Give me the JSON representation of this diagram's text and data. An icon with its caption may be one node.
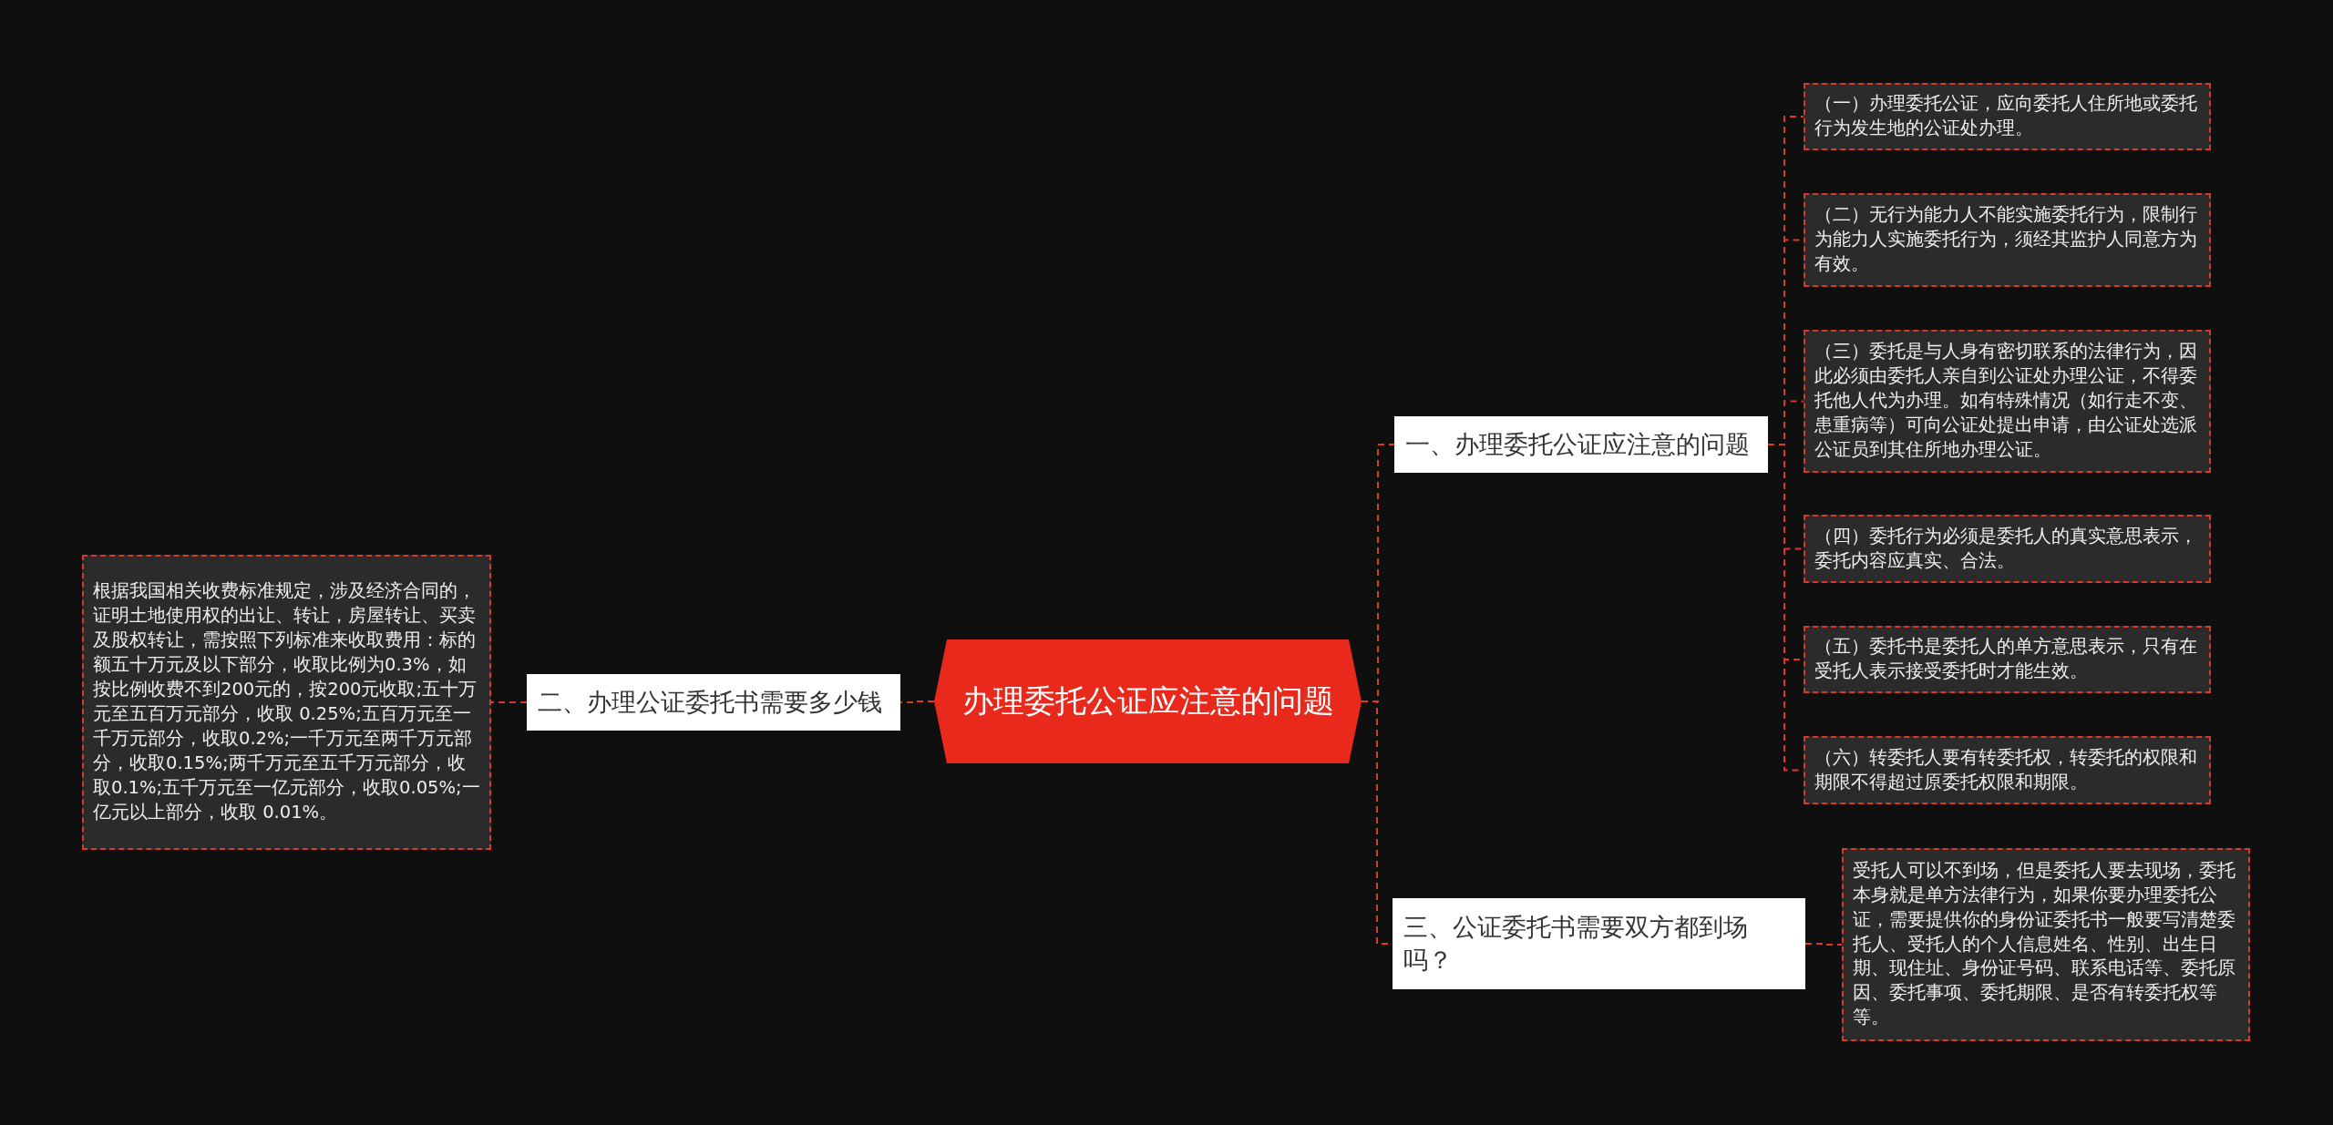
{
  "diagram": {
    "nodes": [
      {
        "text": [
          "办理委托公证应注意的问题"
        ]
      },
      {
        "text": [
          "一、办理委托公证应注意的问题"
        ]
      },
      {
        "text": [
          "（一）办理委托公证，应向委托人住所地或委托行为发生地的公证处办理。"
        ]
      },
      {
        "text": [
          "（二）无行为能力人不能实施委托行为，限制行为能力人实施委托行为，须经其监护人同意方为有效。"
        ]
      },
      {
        "text": [
          "（三）委托是与人身有密切联系的法律行为，因此必须由委托人亲自到公证处办理公证，不得委托他人代为办理。如有特殊情况（如行走不变、患重病等）可向公证处提出申请，由公证处选派公证员到其住所地办理公证。"
        ]
      },
      {
        "text": [
          "（四）委托行为必须是委托人的真实意思表示，委托内容应真实、合法。"
        ]
      },
      {
        "text": [
          "（五）委托书是委托人的单方意思表示，只有在受托人表示接受委托时才能生效。"
        ]
      },
      {
        "text": [
          "（六）转委托人要有转委托权，转委托的权限和期限不得超过原委托权限和期限。"
        ]
      },
      {
        "text": [
          "二、办理公证委托书需要多少钱"
        ]
      },
      {
        "text": [
          "根据我国相关收费标准规定，涉及经济合同的，证明土地使用权的出让、转让，房屋转让、买卖及股权转让，需按照下列标准来收取费用：标的额五十万元及以下部分，收取比例为0.3%，如按比例收费不到200元的，按200元收取;五十万元至五百万元部分，收取 0.25%;五百万元至一千万元部分，收取0.2%;一千万元至两千万元部分，收取0.15%;两千万元至五千万元部分，收取0.1%;五千万元至一亿元部分，收取0.05%;一亿元以上部分，收取 0.01%。"
        ]
      },
      {
        "text": [
          "三、公证委托书需要双方都到场吗？"
        ]
      },
      {
        "text": [
          "受托人可以不到场，但是委托人要去现场，委托本身就是单方法律行为，如果你要办理委托公证，需要提供你的身份证委托书一般要写清楚委托人、受托人的个人信息姓名、性别、出生日期、现住址、身份证号码、联系电话等、委托原因、委托事项、委托期限、是否有转委托权等等。"
        ]
      }
    ],
    "edges": [
      {
        "from": 0,
        "to": 1,
        "arrow": "none"
      },
      {
        "from": 1,
        "to": 2,
        "arrow": "none"
      },
      {
        "from": 1,
        "to": 3,
        "arrow": "none"
      },
      {
        "from": 1,
        "to": 4,
        "arrow": "none"
      },
      {
        "from": 1,
        "to": 5,
        "arrow": "none"
      },
      {
        "from": 1,
        "to": 6,
        "arrow": "none"
      },
      {
        "from": 1,
        "to": 7,
        "arrow": "none"
      },
      {
        "from": 0,
        "to": 8,
        "arrow": "none"
      },
      {
        "from": 8,
        "to": 9,
        "arrow": "none"
      },
      {
        "from": 0,
        "to": 10,
        "arrow": "none"
      },
      {
        "from": 10,
        "to": 11,
        "arrow": "none"
      }
    ]
  }
}
